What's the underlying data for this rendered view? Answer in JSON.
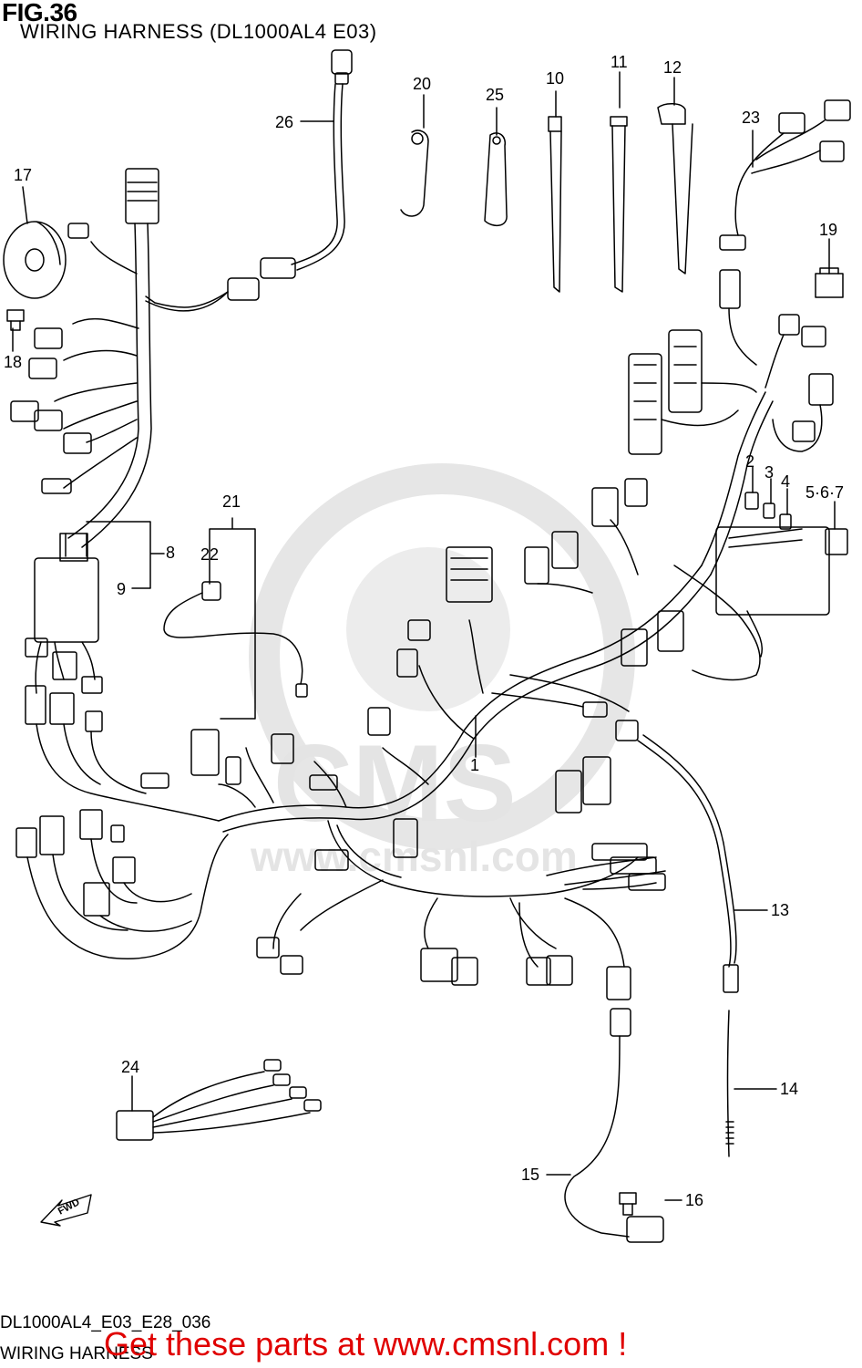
{
  "figure": {
    "number": "FIG.36",
    "title": "WIRING HARNESS (DL1000AL4 E03)",
    "diagram_code": "DL1000AL4_E03_E28_036",
    "diagram_name": "WIRING HARNESS"
  },
  "callouts": {
    "c1": "1",
    "c2": "2",
    "c3": "3",
    "c4": "4",
    "c567": "5·6·7",
    "c8": "8",
    "c9": "9",
    "c10": "10",
    "c11": "11",
    "c12": "12",
    "c13": "13",
    "c14": "14",
    "c15": "15",
    "c16": "16",
    "c17": "17",
    "c18": "18",
    "c19": "19",
    "c20": "20",
    "c21": "21",
    "c22": "22",
    "c23": "23",
    "c24": "24",
    "c25": "25",
    "c26": "26"
  },
  "direction_marker": "FWD",
  "watermark": {
    "brand": "CMS",
    "url": "www.cmsnl.com"
  },
  "promo": {
    "text": "Get these parts at www.cmsnl.com !",
    "color": "#e00000"
  }
}
